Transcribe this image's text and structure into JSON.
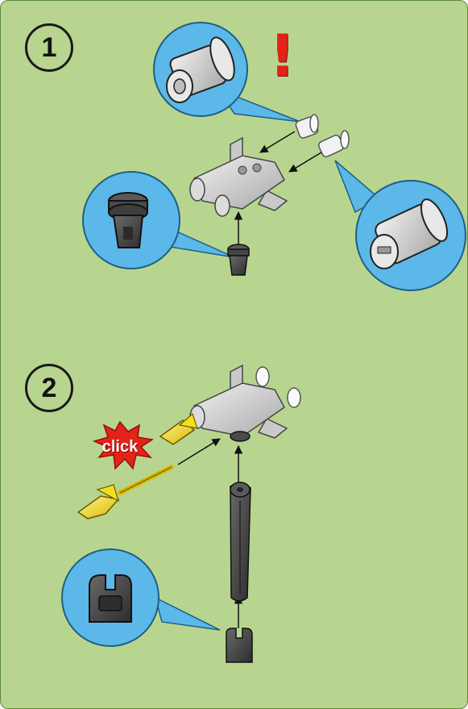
{
  "steps": [
    {
      "number": "1"
    },
    {
      "number": "2"
    }
  ],
  "warning": {
    "symbol": "!"
  },
  "click_label": "click",
  "colors": {
    "background": "#b8d58f",
    "callout": "#5cb8e8",
    "warning": "#e2231a",
    "click_burst": "#e2231a",
    "part_light": "#d0d0d0",
    "part_dark": "#4a4a4a",
    "part_yellow": "#f3e01d"
  }
}
